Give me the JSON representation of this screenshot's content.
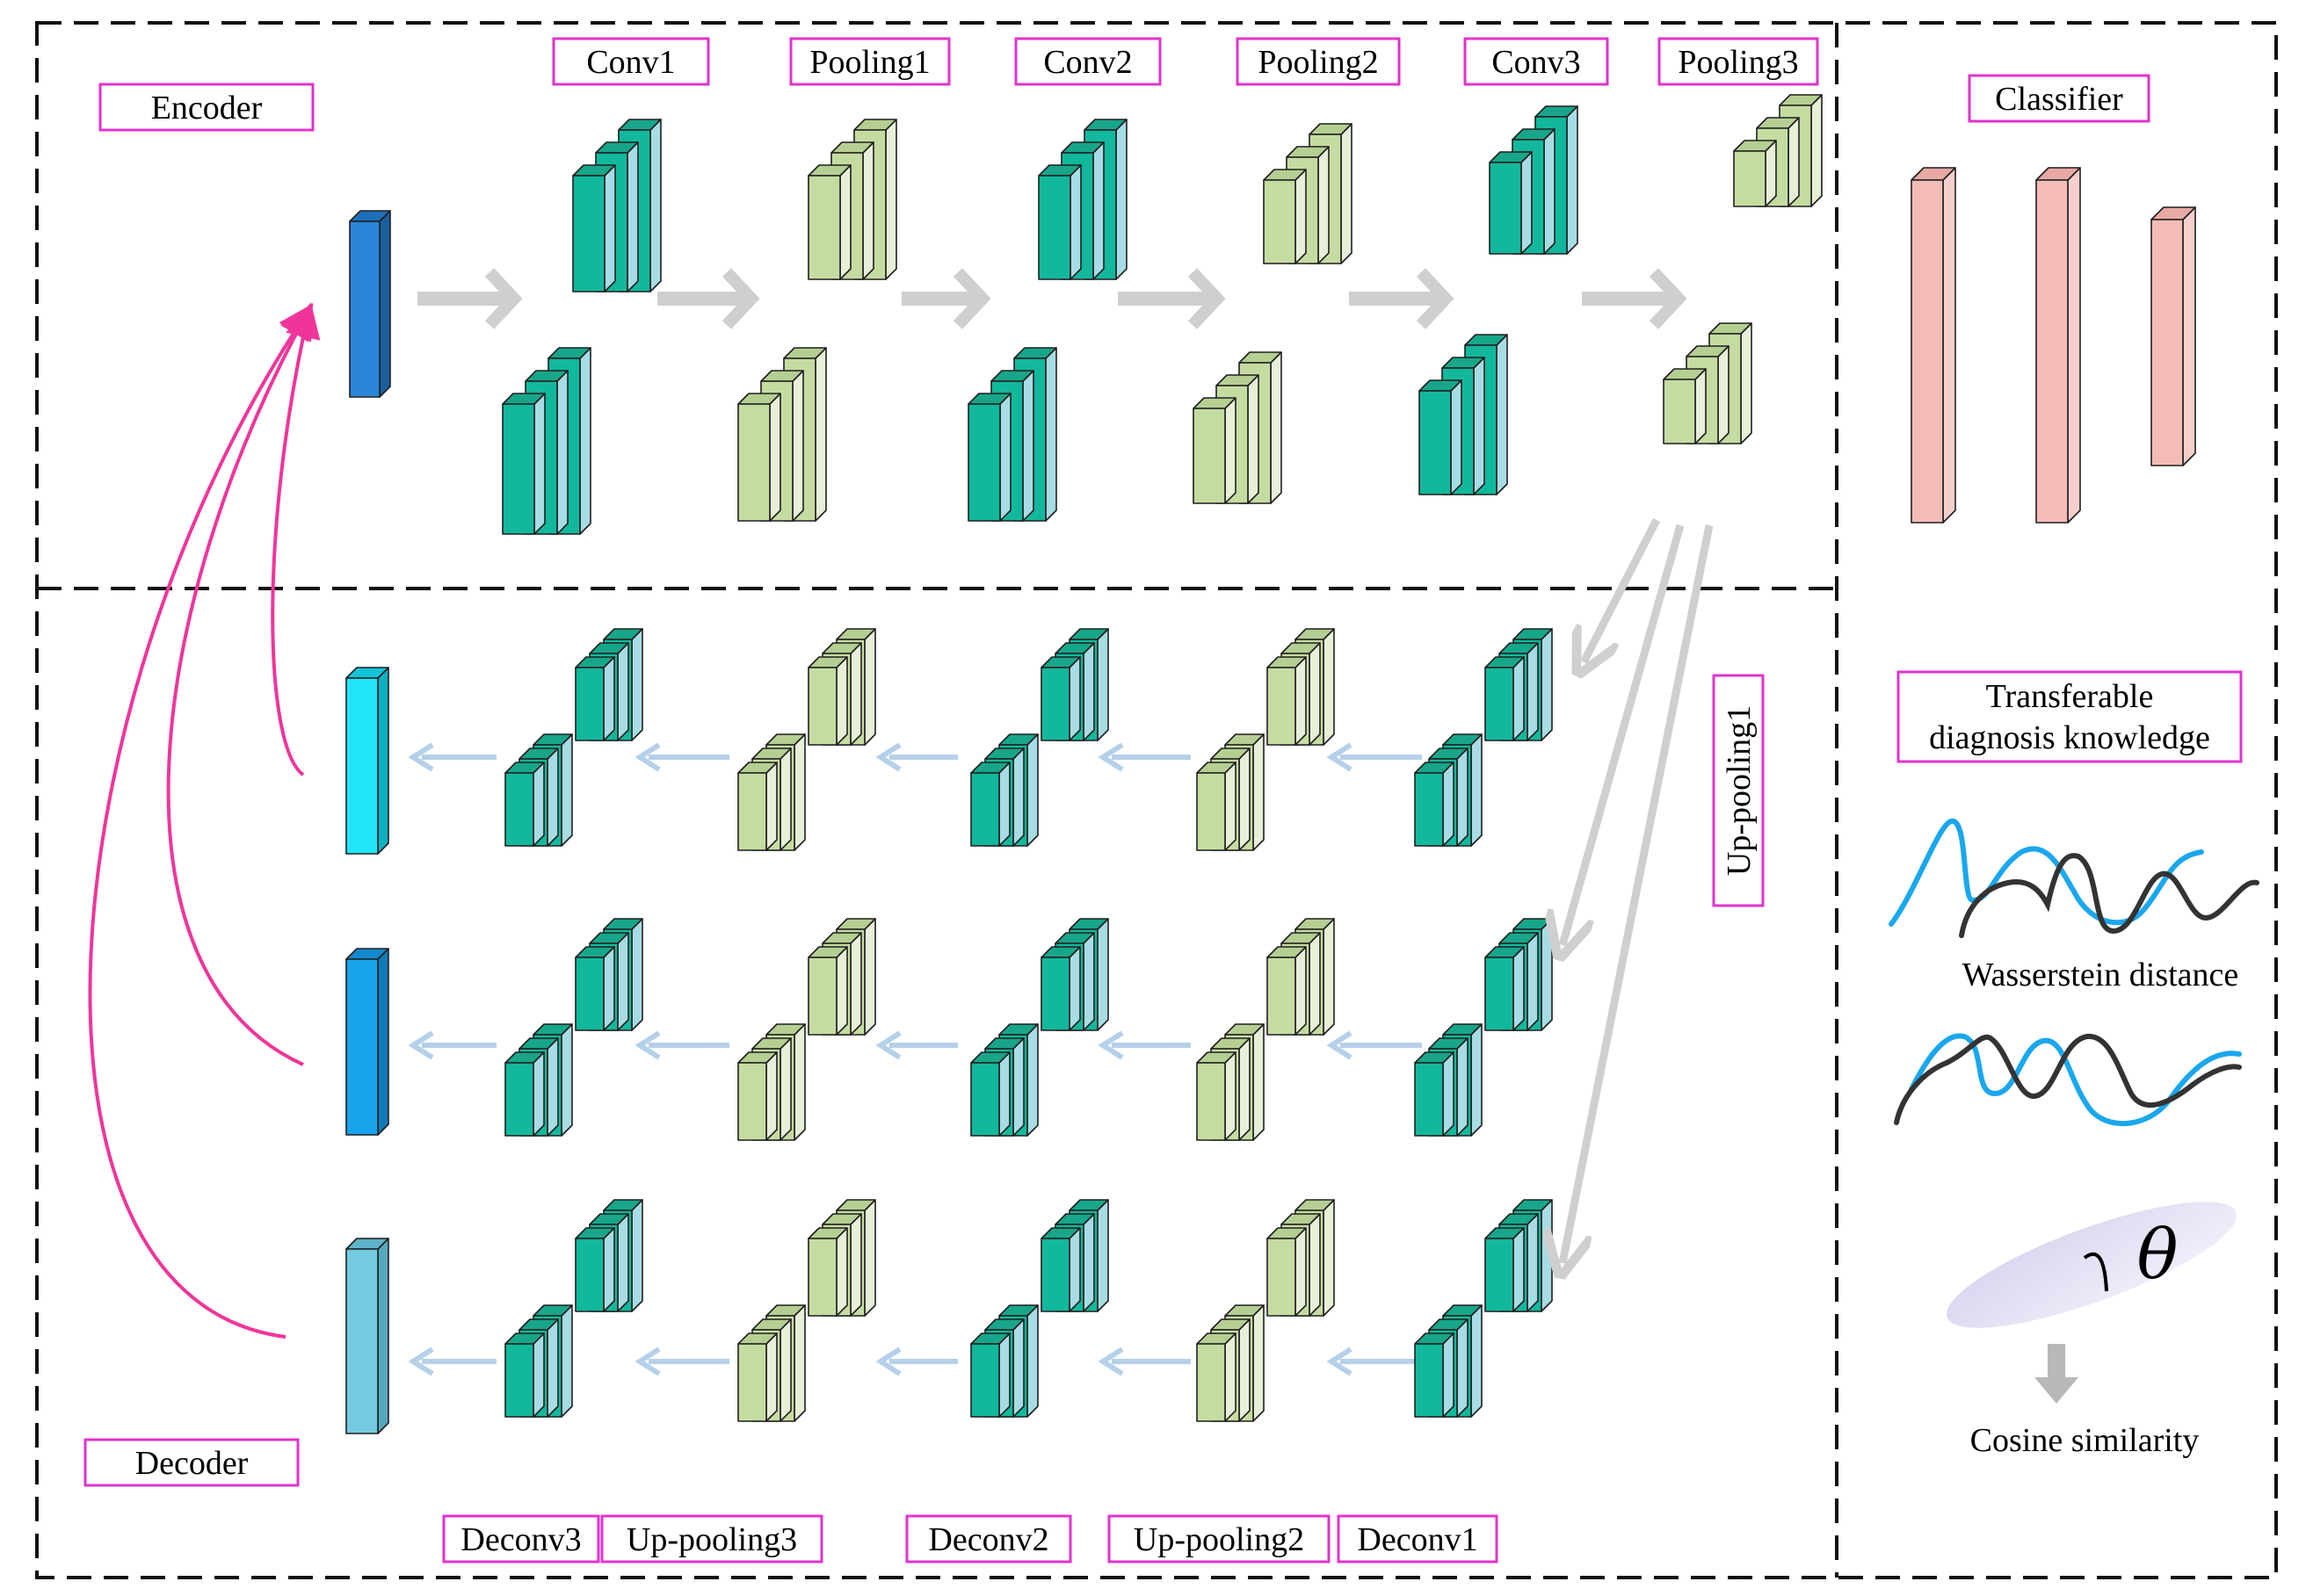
{
  "sections": {
    "encoder_label": "Encoder",
    "decoder_label": "Decoder",
    "classifier_label": "Classifier",
    "knowledge_label_line1": "Transferable",
    "knowledge_label_line2": "diagnosis knowledge"
  },
  "encoder_layers": [
    "Conv1",
    "Pooling1",
    "Conv2",
    "Pooling2",
    "Conv3",
    "Pooling3"
  ],
  "decoder_layers": [
    "Deconv3",
    "Up-pooling3",
    "Deconv2",
    "Up-pooling2",
    "Deconv1"
  ],
  "side_label": "Up-pooling1",
  "metrics": {
    "wasserstein": "Wasserstein distance",
    "cosine": "Cosine similarity",
    "angle_symbol": "θ"
  },
  "colors": {
    "conv_front": "#12b89c",
    "conv_top": "#17a689",
    "conv_side": "#a7dce4",
    "pool_front": "#c5dca1",
    "pool_top": "#b5cf92",
    "pool_side": "#e6efd8",
    "encoder_input": "#2a85d6",
    "decoder_out_1": "#22e6f7",
    "decoder_out_2": "#18a3ec",
    "decoder_out_3": "#74cbe0",
    "classifier": "#f4bcb7",
    "label_border": "#e033cc",
    "feedback_arrow": "#f0359a",
    "flow_arrow_gray": "#cfcfcf",
    "flow_arrow_blue": "#b5d0ea",
    "curve_blue": "#1aa7ee",
    "curve_dark": "#333333"
  }
}
